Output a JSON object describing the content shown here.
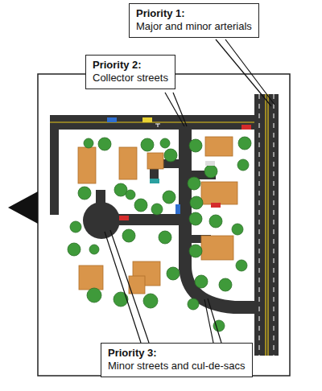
{
  "diagram": {
    "nodes": [
      {
        "text": [
          "Priority 1:",
          "Major and minor arterials"
        ]
      },
      {
        "text": [
          "Priority 2:",
          "Collector streets"
        ]
      },
      {
        "text": [
          "Priority 3:",
          "Minor streets and cul-de-sacs"
        ]
      }
    ]
  }
}
